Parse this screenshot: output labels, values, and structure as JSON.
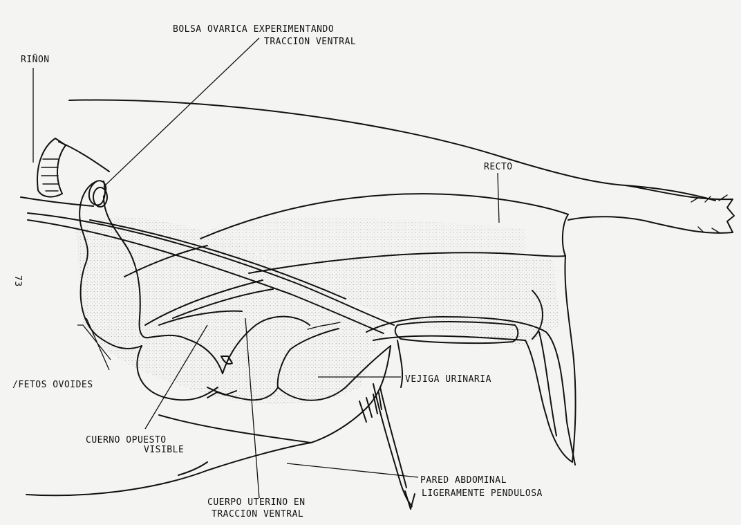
{
  "labels": {
    "bolsa_line1": "BOLSA  OVARICA  EXPERIMENTANDO",
    "bolsa_line2": "TRACCION VENTRAL",
    "rinon": "RIÑON",
    "recto": "RECTO",
    "page_number": "73",
    "fetos": "/FETOS  OVOIDES",
    "vejiga": "VEJIGA URINARIA",
    "cuerno_line1": "CUERNO OPUESTO",
    "cuerno_line2": "VISIBLE",
    "pared_line1": "PARED  ABDOMINAL",
    "pared_line2": "LIGERAMENTE PENDULOSA",
    "cuerpo_line1": "CUERPO UTERINO EN",
    "cuerpo_line2": "TRACCION    VENTRAL"
  },
  "colors": {
    "ink": "#111111",
    "paper": "#f4f4f2",
    "stipple": "#9a9a96"
  }
}
